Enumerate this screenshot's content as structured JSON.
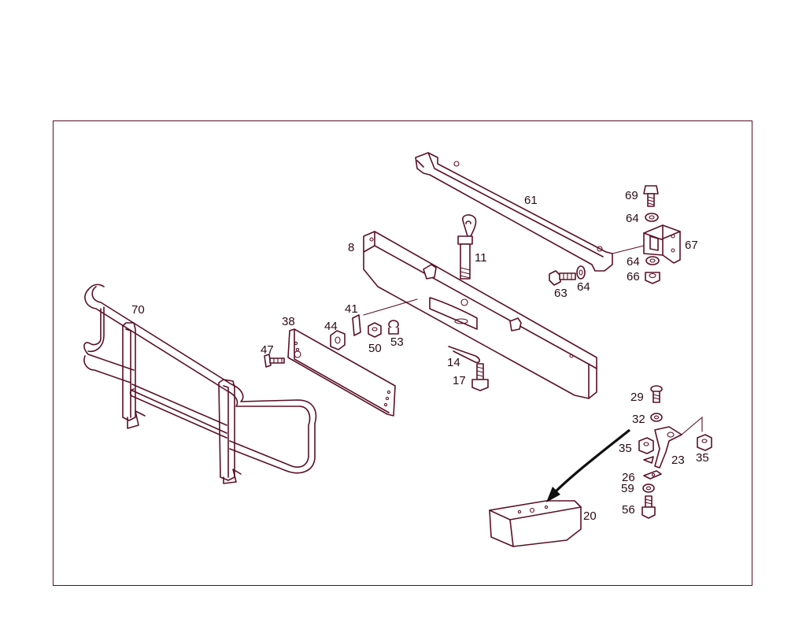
{
  "parts": {
    "p8": "8",
    "p11": "11",
    "p14": "14",
    "p17": "17",
    "p20": "20",
    "p23": "23",
    "p26": "26",
    "p29": "29",
    "p32": "32",
    "p35a": "35",
    "p35b": "35",
    "p38": "38",
    "p41": "41",
    "p44": "44",
    "p47": "47",
    "p50": "50",
    "p53": "53",
    "p56": "56",
    "p59": "59",
    "p61": "61",
    "p63": "63",
    "p64a": "64",
    "p64b": "64",
    "p64c": "64",
    "p66": "66",
    "p67": "67",
    "p69": "69",
    "p70": "70"
  },
  "colors": {
    "line": "#5a1026",
    "arrow": "#111111",
    "background": "#ffffff"
  }
}
